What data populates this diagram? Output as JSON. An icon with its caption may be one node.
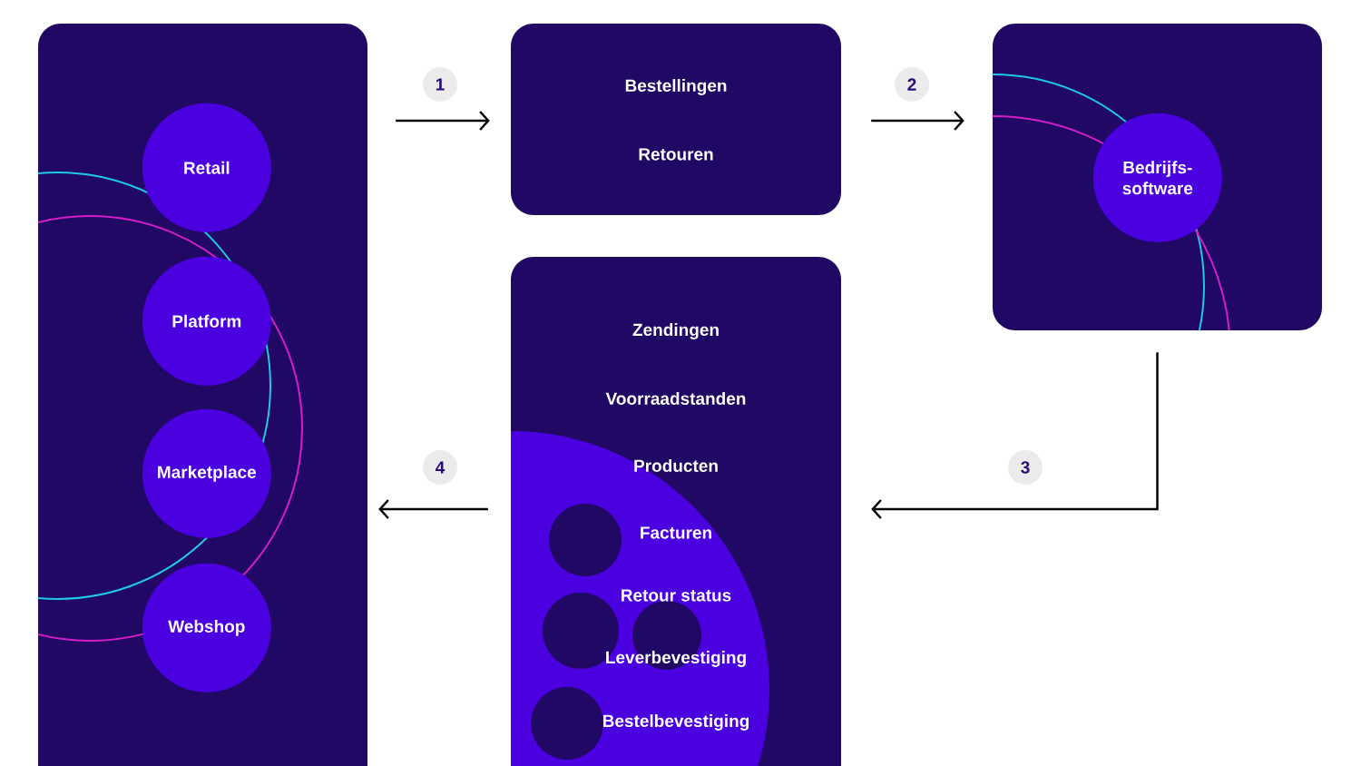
{
  "diagram": {
    "nodes": [
      {
        "text": [],
        "shape": "box"
      },
      {
        "text": [
          "Retail"
        ],
        "in": 0
      },
      {
        "text": [
          "Platform"
        ],
        "in": 0
      },
      {
        "text": [
          "Marketplace"
        ],
        "in": 0
      },
      {
        "text": [
          "Webshop"
        ],
        "in": 0
      },
      {
        "text": [
          "Bestellingen",
          "Retouren"
        ]
      },
      {
        "text": [],
        "shape": "box"
      },
      {
        "text": [
          "Bedrijfs- software"
        ],
        "in": 6
      },
      {
        "text": [
          "Zendingen",
          "Voorraadstanden",
          "Producten",
          "Facturen",
          "Retour status",
          "Leverbevestiging",
          "Bestelbevestiging"
        ]
      }
    ],
    "edges": [
      {
        "from": 0,
        "to": 5,
        "arrow": "to",
        "label": "1"
      },
      {
        "from": 5,
        "to": 6,
        "arrow": "to",
        "label": "2"
      },
      {
        "from": 6,
        "to": 8,
        "arrow": "to",
        "label": "3"
      },
      {
        "from": 8,
        "to": 0,
        "arrow": "to",
        "label": "4"
      }
    ]
  }
}
